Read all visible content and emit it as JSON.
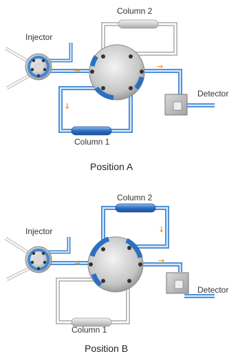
{
  "diagrams": [
    {
      "caption": "Position A",
      "labels": {
        "injector": "Injector",
        "column_top": "Column 2",
        "column_bottom": "Column 1",
        "detector": "Detector"
      },
      "active_column": "Column 1",
      "arrows": [
        "→",
        "↓",
        "→"
      ]
    },
    {
      "caption": "Position B",
      "labels": {
        "injector": "Injector",
        "column_top": "Column 2",
        "column_bottom": "Column 1",
        "detector": "Detector"
      },
      "active_column": "Column 2",
      "arrows": [
        "→",
        "↓",
        "→"
      ]
    }
  ],
  "colors": {
    "active_tube": "#3f86d6",
    "active_tube_inner": "#cfe4f7",
    "inactive_tube": "#b8b8b8",
    "arrow": "#f39a1e",
    "valve_body": "#c9c9c9",
    "detector_body": "#bdbdbd"
  }
}
